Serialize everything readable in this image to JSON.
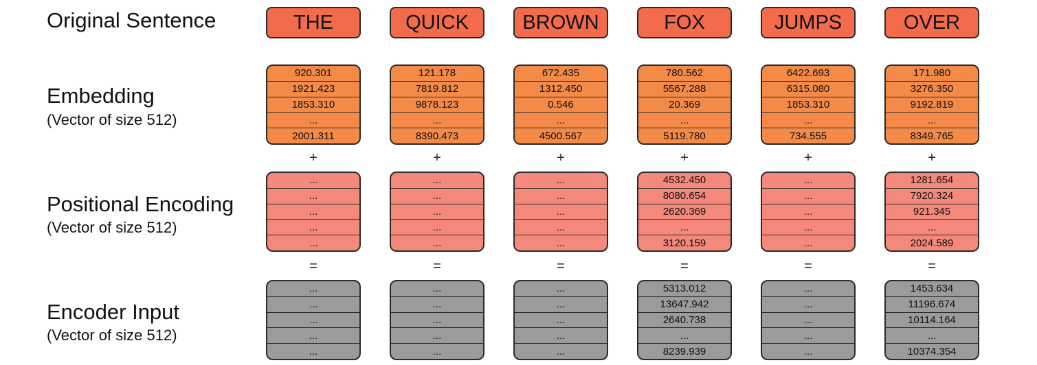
{
  "rows": {
    "sentence": {
      "title": "Original Sentence"
    },
    "embedding": {
      "title": "Embedding",
      "subtitle": "(Vector of size 512)"
    },
    "positional": {
      "title": "Positional Encoding",
      "subtitle": "(Vector of size 512)"
    },
    "encoder": {
      "title": "Encoder Input",
      "subtitle": "(Vector of size 512)"
    }
  },
  "operators": {
    "plus": "+",
    "equals": "="
  },
  "colors": {
    "word_box": "#f26b4c",
    "embedding_box": "#f48a48",
    "positional_box": "#f4887a",
    "encoder_box": "#9b9b9b"
  },
  "columns": [
    {
      "word": "THE",
      "embedding": [
        "920.301",
        "1921.423",
        "1853.310",
        "...",
        "2001.311"
      ],
      "positional": [
        "...",
        "...",
        "...",
        "...",
        "..."
      ],
      "encoder": [
        "...",
        "...",
        "...",
        "...",
        "..."
      ]
    },
    {
      "word": "QUICK",
      "embedding": [
        "121.178",
        "7819.812",
        "9878.123",
        "...",
        "8390.473"
      ],
      "positional": [
        "...",
        "...",
        "...",
        "...",
        "..."
      ],
      "encoder": [
        "...",
        "...",
        "...",
        "...",
        "..."
      ]
    },
    {
      "word": "BROWN",
      "embedding": [
        "672.435",
        "1312.450",
        "0.546",
        "...",
        "4500.567"
      ],
      "positional": [
        "...",
        "...",
        "...",
        "...",
        "..."
      ],
      "encoder": [
        "...",
        "...",
        "...",
        "...",
        "..."
      ]
    },
    {
      "word": "FOX",
      "embedding": [
        "780.562",
        "5567.288",
        "20.369",
        "...",
        "5119.780"
      ],
      "positional": [
        "4532.450",
        "8080.654",
        "2620.369",
        "...",
        "3120.159"
      ],
      "encoder": [
        "5313.012",
        "13647.942",
        "2640.738",
        "...",
        "8239.939"
      ]
    },
    {
      "word": "JUMPS",
      "embedding": [
        "6422.693",
        "6315.080",
        "1853.310",
        "...",
        "734.555"
      ],
      "positional": [
        "...",
        "...",
        "...",
        "...",
        "..."
      ],
      "encoder": [
        "...",
        "...",
        "...",
        "...",
        "..."
      ]
    },
    {
      "word": "OVER",
      "embedding": [
        "171.980",
        "3276.350",
        "9192.819",
        "...",
        "8349.765"
      ],
      "positional": [
        "1281.654",
        "7920.324",
        "921.345",
        "...",
        "2024.589"
      ],
      "encoder": [
        "1453.634",
        "11196.674",
        "10114.164",
        "...",
        "10374.354"
      ]
    }
  ]
}
